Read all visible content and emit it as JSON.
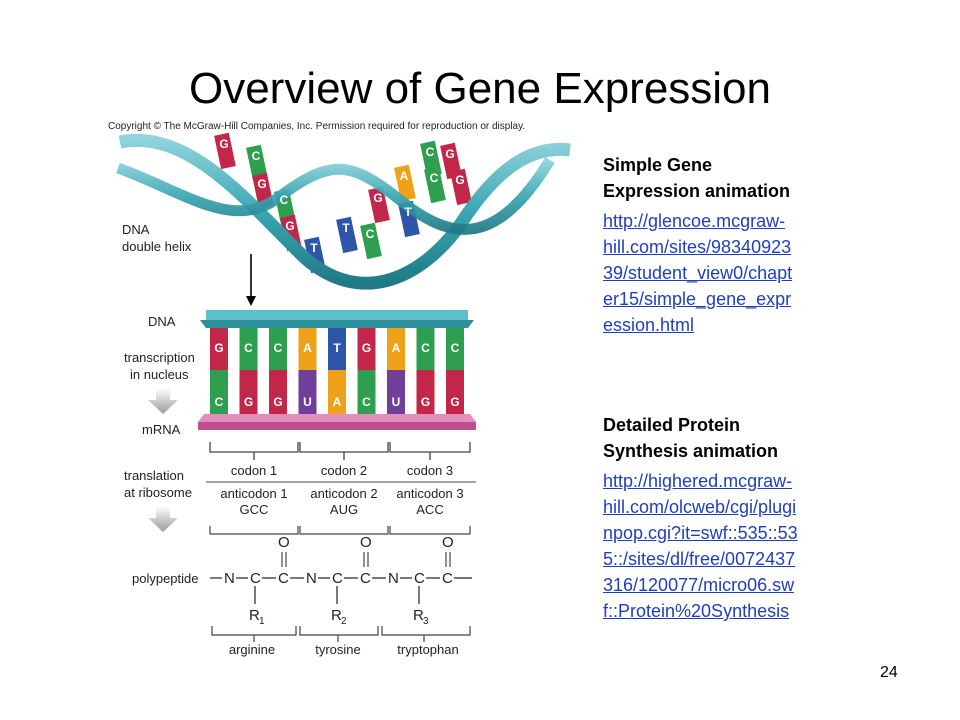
{
  "slide": {
    "title": "Overview of Gene Expression",
    "page_number": "24"
  },
  "figure": {
    "copyright": "Copyright © The McGraw-Hill Companies, Inc. Permission required for reproduction or display.",
    "labels": {
      "dna_helix_1": "DNA",
      "dna_helix_2": "double helix",
      "dna": "DNA",
      "transcription_1": "transcription",
      "transcription_2": "in nucleus",
      "mrna": "mRNA",
      "translation_1": "translation",
      "translation_2": "at ribosome",
      "polypeptide": "polypeptide"
    },
    "helix_bases": [
      "G",
      "C",
      "G",
      "C",
      "G",
      "T",
      "T",
      "C",
      "G",
      "A",
      "T",
      "C",
      "C",
      "G",
      "G"
    ],
    "dna_top_bases": [
      "G",
      "C",
      "C",
      "A",
      "T",
      "G",
      "A",
      "C",
      "C"
    ],
    "mrna_bases": [
      "C",
      "G",
      "G",
      "U",
      "A",
      "C",
      "U",
      "G",
      "G"
    ],
    "codons": [
      "codon 1",
      "codon 2",
      "codon 3"
    ],
    "anticodons": [
      {
        "label": "anticodon 1",
        "seq": "GCC"
      },
      {
        "label": "anticodon 2",
        "seq": "AUG"
      },
      {
        "label": "anticodon 3",
        "seq": "ACC"
      }
    ],
    "chain": {
      "n": "N",
      "c": "C",
      "o": "O",
      "r_groups": [
        "R",
        "R",
        "R"
      ],
      "subscripts": [
        "1",
        "2",
        "3"
      ]
    },
    "amino_acids": [
      "arginine",
      "tyrosine",
      "tryptophan"
    ]
  },
  "links": {
    "simple_heading_1": "Simple Gene",
    "simple_heading_2": "Expression animation",
    "simple_url_lines": [
      "http://glencoe.mcgraw-",
      "hill.com/sites/98340923",
      "39/student_view0/chapt",
      "er15/simple_gene_expr",
      "ession.html"
    ],
    "detailed_heading_1": "Detailed Protein",
    "detailed_heading_2": "Synthesis animation",
    "detailed_url_lines": [
      "http://highered.mcgraw-",
      "hill.com/olcweb/cgi/plugi",
      "npop.cgi?it=swf::535::53",
      "5::/sites/dl/free/0072437",
      "316/120077/micro06.sw",
      "f::Protein%20Synthesis"
    ]
  },
  "colors": {
    "A": "#f0a11a",
    "T": "#2f55a8",
    "G": "#c2274a",
    "C": "#2e9e4f",
    "U": "#6f3f9a",
    "backbone": "#3aa7b3",
    "mrna": "#d86aa8",
    "link": "#1f3fbf"
  }
}
